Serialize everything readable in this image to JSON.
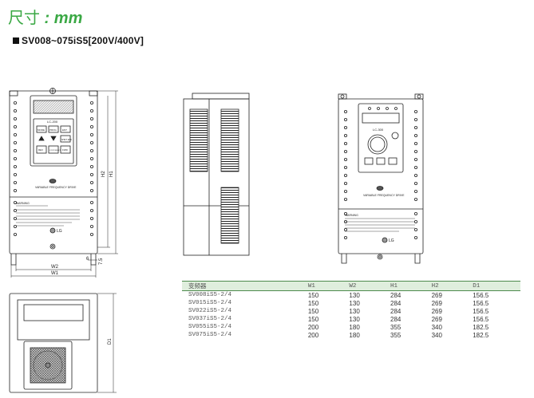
{
  "header": {
    "title_cjk": "尺寸",
    "title_sep": " : ",
    "title_unit": "mm",
    "subtitle": "SV008~075iS5[200V/400V]"
  },
  "labels": {
    "keypad_model": "LC-200",
    "keypad_model2": "LC-300",
    "brand_line": "VARIABLE  FREQUENCY  DRIVE",
    "lg": "LG",
    "warning": "WARNING",
    "dim_w1": "W1",
    "dim_w2": "W2",
    "dim_h1": "H1",
    "dim_h2": "H2",
    "dim_d1": "D1",
    "dim_6": "6",
    "dim_75": "7.5"
  },
  "keypad_buttons": [
    "MODE",
    "PROG",
    "ENT",
    "▲",
    "▼",
    "SHIFT ESC",
    "REV",
    "STOP RESET",
    "FWD"
  ],
  "table": {
    "headers": [
      "变频器",
      "W1",
      "W2",
      "H1",
      "H2",
      "D1"
    ],
    "rows": [
      [
        "SV008iS5-2/4",
        "150",
        "130",
        "284",
        "269",
        "156.5"
      ],
      [
        "SV015iS5-2/4",
        "150",
        "130",
        "284",
        "269",
        "156.5"
      ],
      [
        "SV022iS5-2/4",
        "150",
        "130",
        "284",
        "269",
        "156.5"
      ],
      [
        "SV037iS5-2/4",
        "150",
        "130",
        "284",
        "269",
        "156.5"
      ],
      [
        "SV055iS5-2/4",
        "200",
        "180",
        "355",
        "340",
        "182.5"
      ],
      [
        "SV075iS5-2/4",
        "200",
        "180",
        "355",
        "340",
        "182.5"
      ]
    ]
  }
}
